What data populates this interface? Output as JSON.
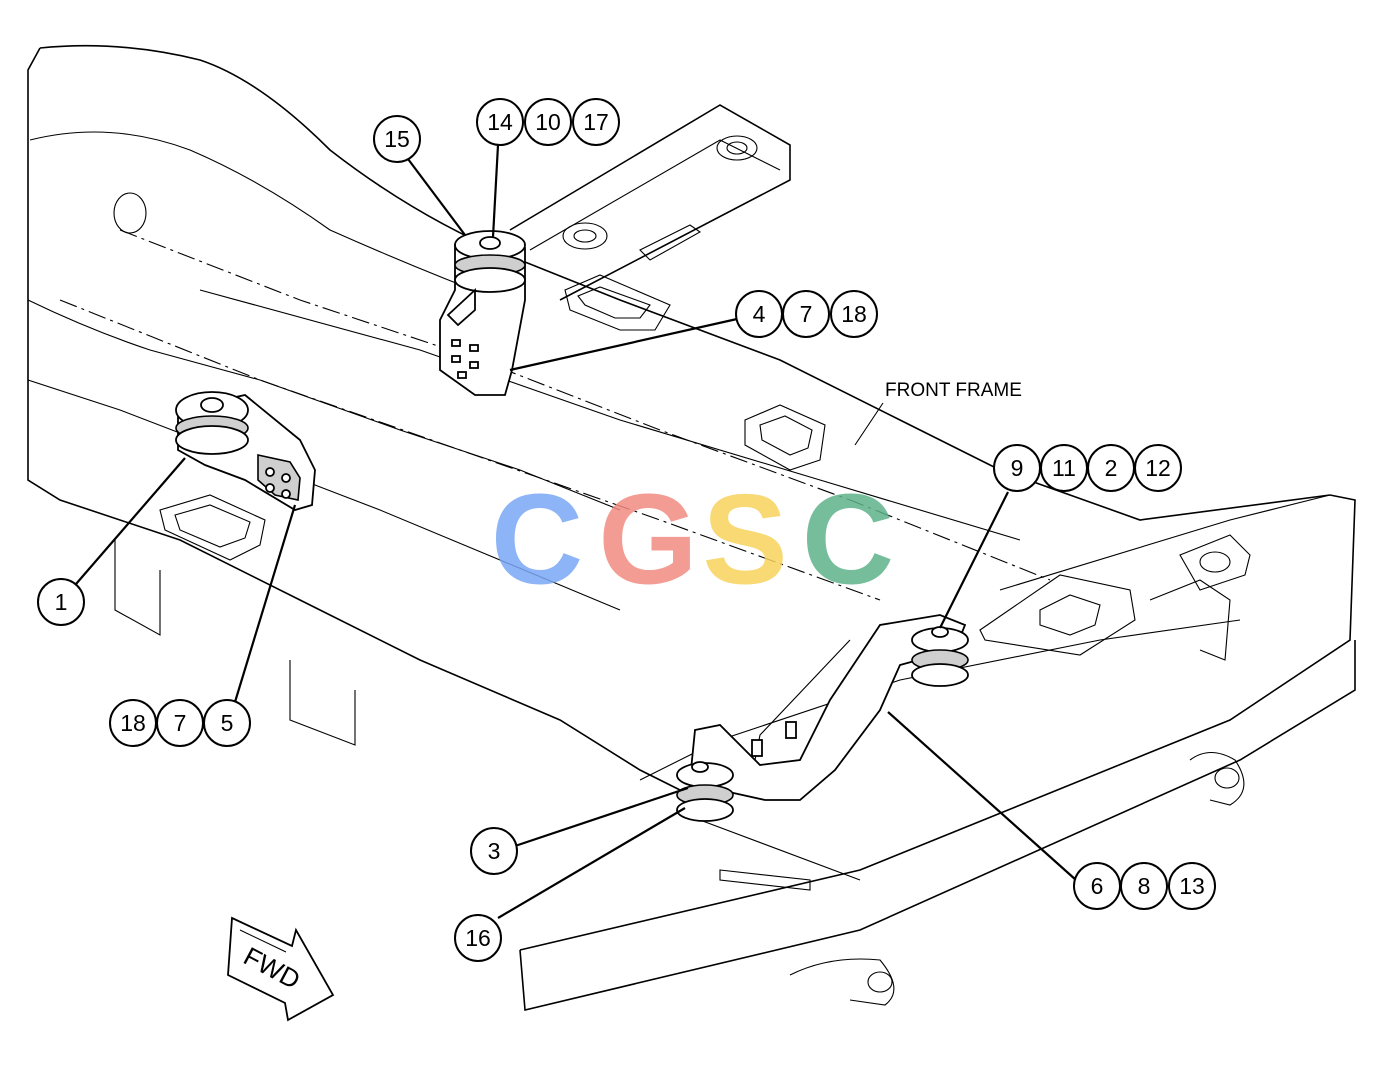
{
  "labels": {
    "front_frame": "FRONT FRAME",
    "fwd": "FWD"
  },
  "watermark": {
    "letters": [
      {
        "char": "C",
        "color": "#7aa7f5"
      },
      {
        "char": "G",
        "color": "#f28b82"
      },
      {
        "char": "S",
        "color": "#f7d35c"
      },
      {
        "char": "C",
        "color": "#5fb38a"
      }
    ]
  },
  "callouts": {
    "c1": "1",
    "c2": "2",
    "c3": "3",
    "c4": "4",
    "c5": "5",
    "c6": "6",
    "c7a": "7",
    "c7b": "7",
    "c8": "8",
    "c9": "9",
    "c10": "10",
    "c11": "11",
    "c12": "12",
    "c13": "13",
    "c14": "14",
    "c15": "15",
    "c16": "16",
    "c17": "17",
    "c18a": "18",
    "c18b": "18"
  }
}
